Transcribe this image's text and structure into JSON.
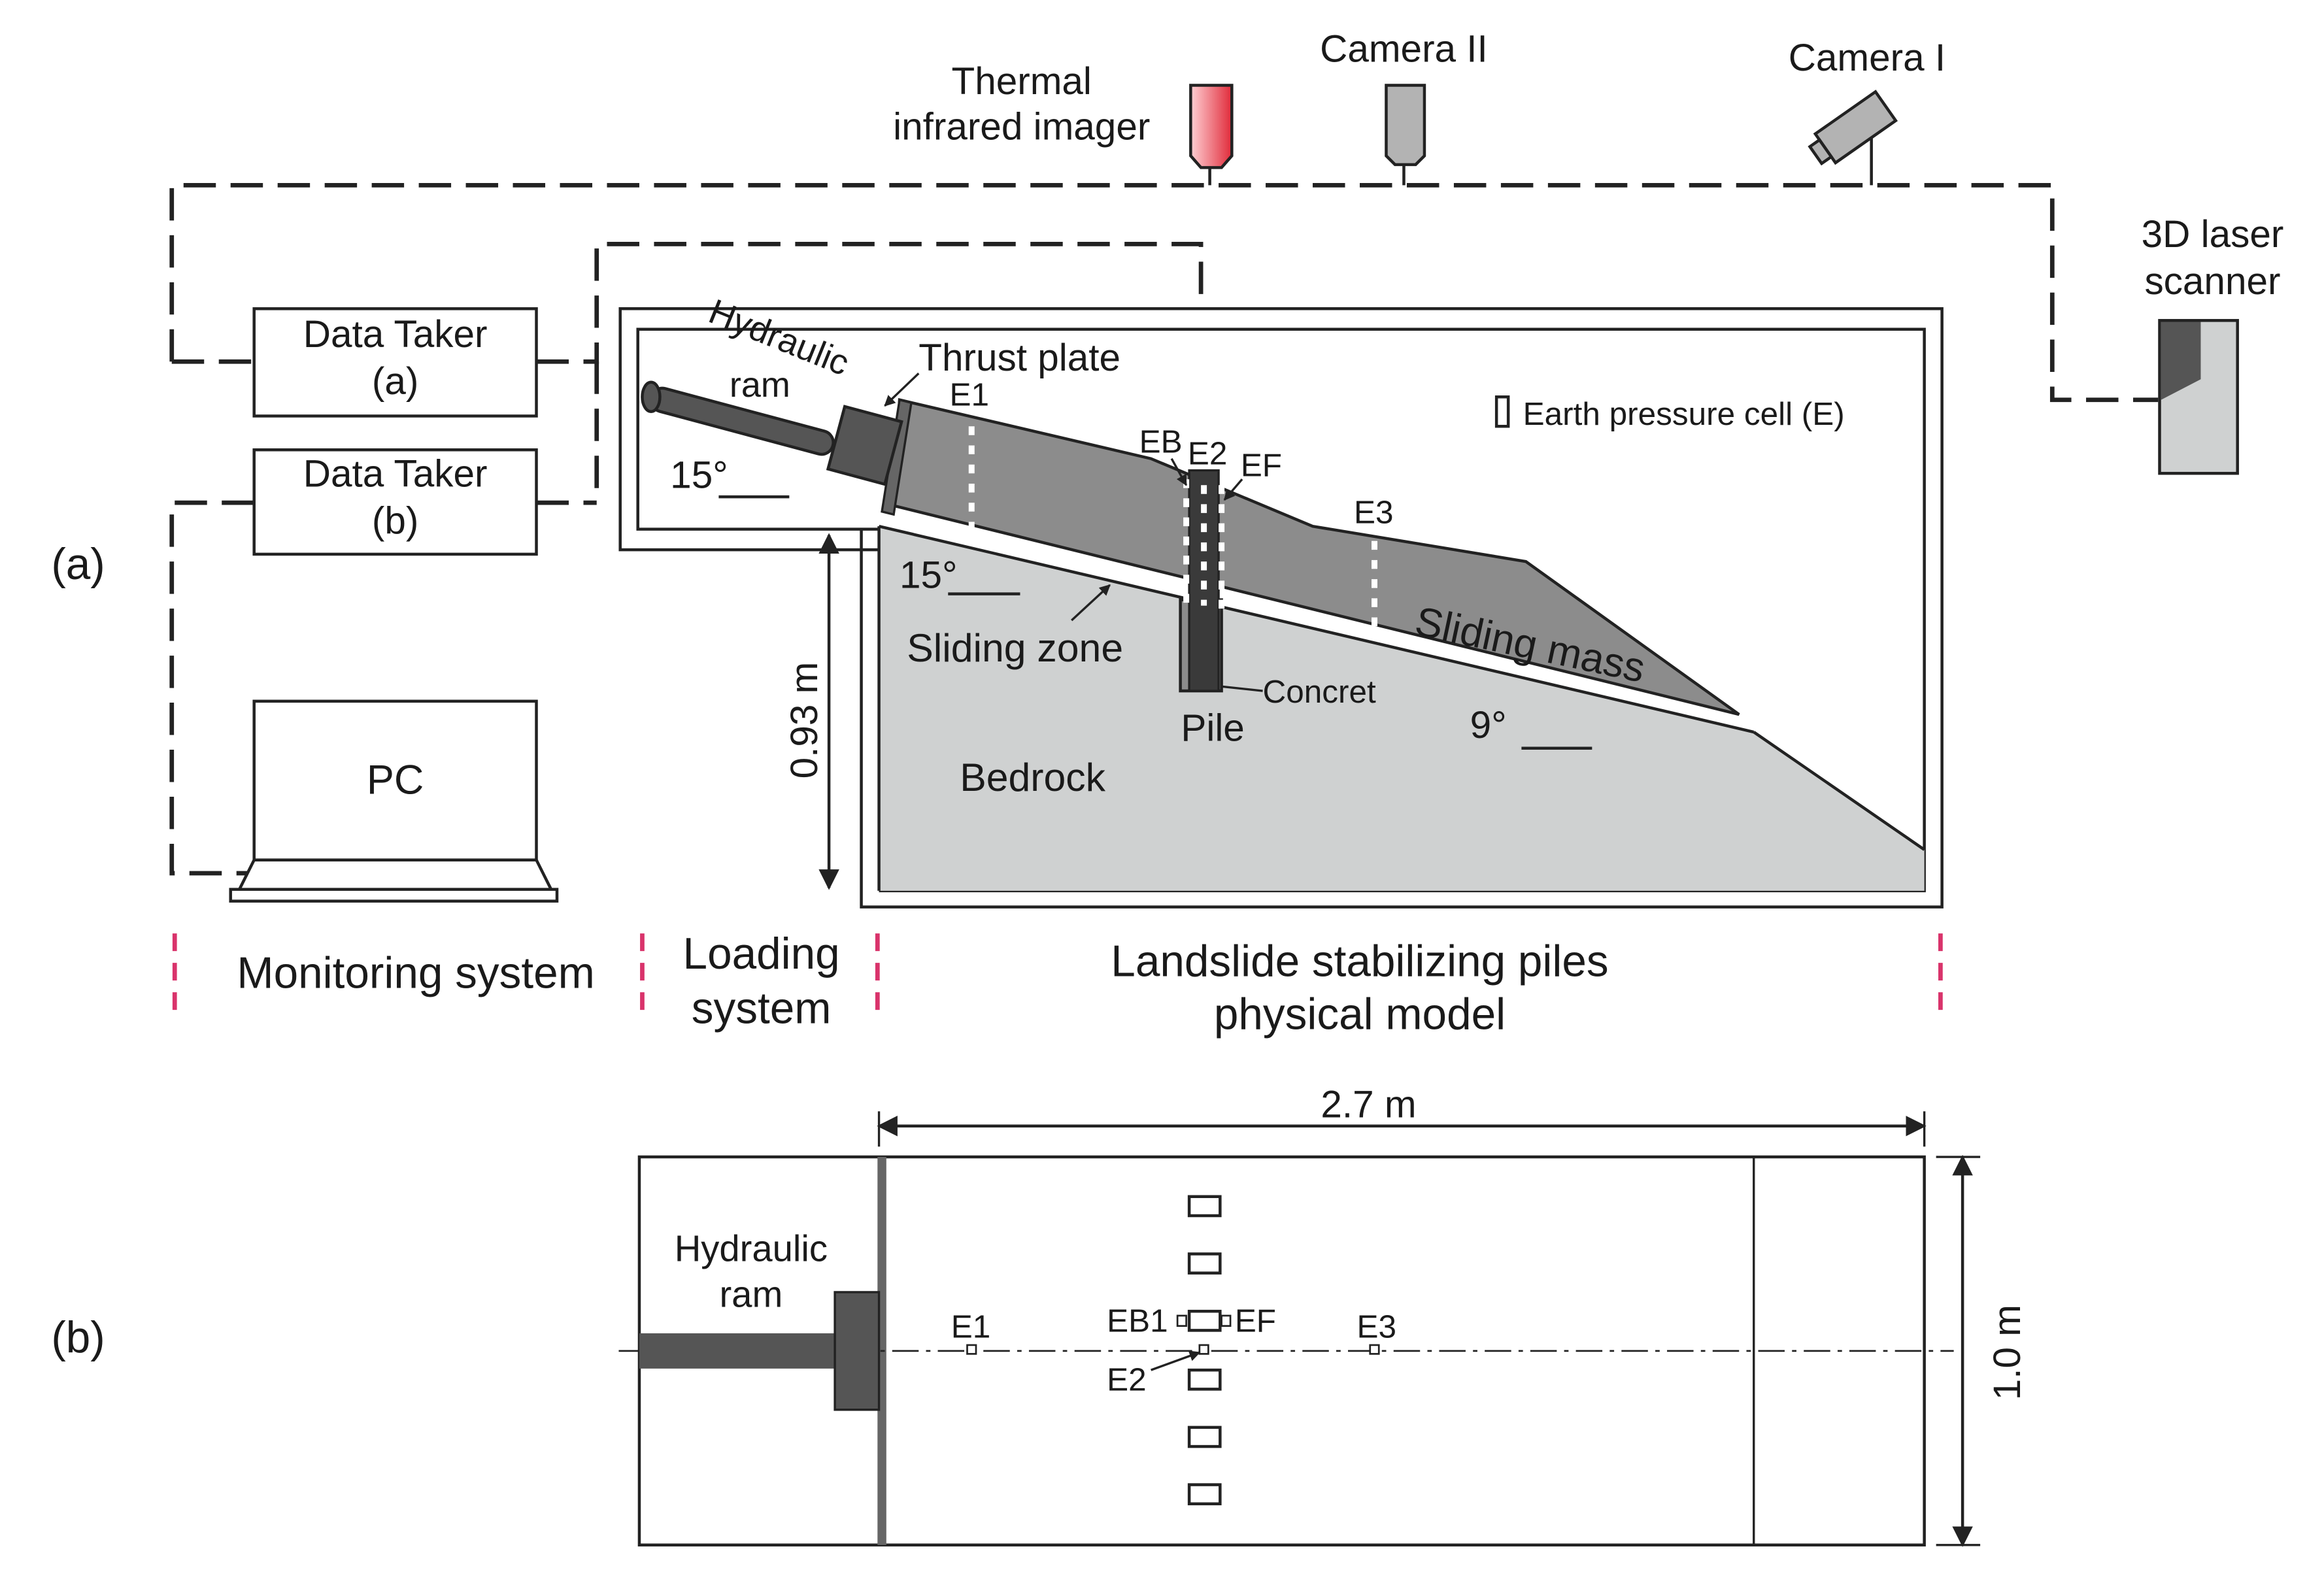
{
  "panel_labels": {
    "a": "(a)",
    "b": "(b)"
  },
  "instruments": {
    "thermal_line1": "Thermal",
    "thermal_line2": "infrared imager",
    "camera2": "Camera II",
    "camera1": "Camera I",
    "scanner_line1": "3D laser",
    "scanner_line2": "scanner"
  },
  "monitoring": {
    "data_taker_a_line1": "Data Taker",
    "data_taker_a_line2": "(a)",
    "data_taker_b_line1": "Data Taker",
    "data_taker_b_line2": "(b)",
    "pc": "PC"
  },
  "section": {
    "hydraulic_ram_line1": "Hydraulic",
    "hydraulic_ram_line2": "ram",
    "thrust_plate": "Thrust plate",
    "angle_ram": "15°",
    "angle_slip": "15°",
    "angle_toe": "9°",
    "sensor_e1": "E1",
    "sensor_eb": "EB",
    "sensor_e2": "E2",
    "sensor_ef": "EF",
    "sensor_e3": "E3",
    "legend_earth_pressure": "Earth pressure cell (E)",
    "sliding_zone": "Sliding zone",
    "sliding_mass": "Sliding mass",
    "concrete": "Concret",
    "pile": "Pile",
    "bedrock": "Bedrock",
    "height_dim": "0.93 m"
  },
  "systems": {
    "monitoring": "Monitoring system",
    "loading_line1": "Loading",
    "loading_line2": "system",
    "model_line1": "Landslide stabilizing piles",
    "model_line2": "physical model"
  },
  "plan": {
    "length_dim": "2.7 m",
    "width_dim": "1.0 m",
    "hydraulic_ram_line1": "Hydraulic",
    "hydraulic_ram_line2": "ram",
    "sensor_e1": "E1",
    "sensor_eb1": "EB1",
    "sensor_ef": "EF",
    "sensor_e3": "E3",
    "sensor_e2": "E2"
  },
  "colors": {
    "sliding_mass": "#8c8c8c",
    "bedrock": "#cfd1d1",
    "pile": "#3a3a3a",
    "thermal_imager": "#e02b3a",
    "accent_dashes": "#d9336b"
  }
}
